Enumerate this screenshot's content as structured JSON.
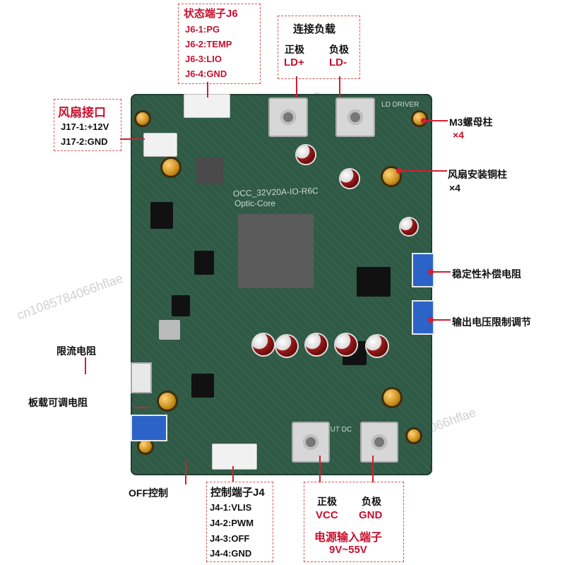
{
  "watermark": "cn1085784066hflae",
  "labels": {
    "j6_title": "状态端子J6",
    "j6_1": "J6-1:PG",
    "j6_2": "J6-2:TEMP",
    "j6_3": "J6-3:LIO",
    "j6_4": "J6-4:GND",
    "load_title": "连接负载",
    "pos_pole": "正极",
    "neg_pole": "负极",
    "ld_plus": "LD+",
    "ld_minus": "LD-",
    "fan_port": "风扇接口",
    "j17_1": "J17-1:+12V",
    "j17_2": "J17-2:GND",
    "m3_nut": "M3螺母柱",
    "m3_count": "×4",
    "fan_post": "风扇安装铜柱",
    "fan_post_count": "×4",
    "stability_res": "稳定性补偿电阻",
    "vout_limit": "输出电压限制调节",
    "current_limit": "限流电阻",
    "onboard_pot": "板载可调电阻",
    "off_ctrl": "OFF控制",
    "j4_title": "控制端子J4",
    "j4_1": "J4-1:VLIS",
    "j4_2": "J4-2:PWM",
    "j4_3": "J4-3:OFF",
    "j4_4": "J4-4:GND",
    "vcc_pos": "正极",
    "gnd_neg": "负极",
    "vcc": "VCC",
    "gnd": "GND",
    "power_in_title": "电源输入端子",
    "power_in_range": "9V~55V"
  },
  "board": {
    "model_text": "OCC_32V20A-IO-R6C",
    "brand_text": "Optic-Core",
    "driver_text": "LD DRIVER",
    "input_text": "INPUT DC",
    "colors": {
      "pcb": "#2f5a46",
      "accent": "#c8102e"
    }
  }
}
